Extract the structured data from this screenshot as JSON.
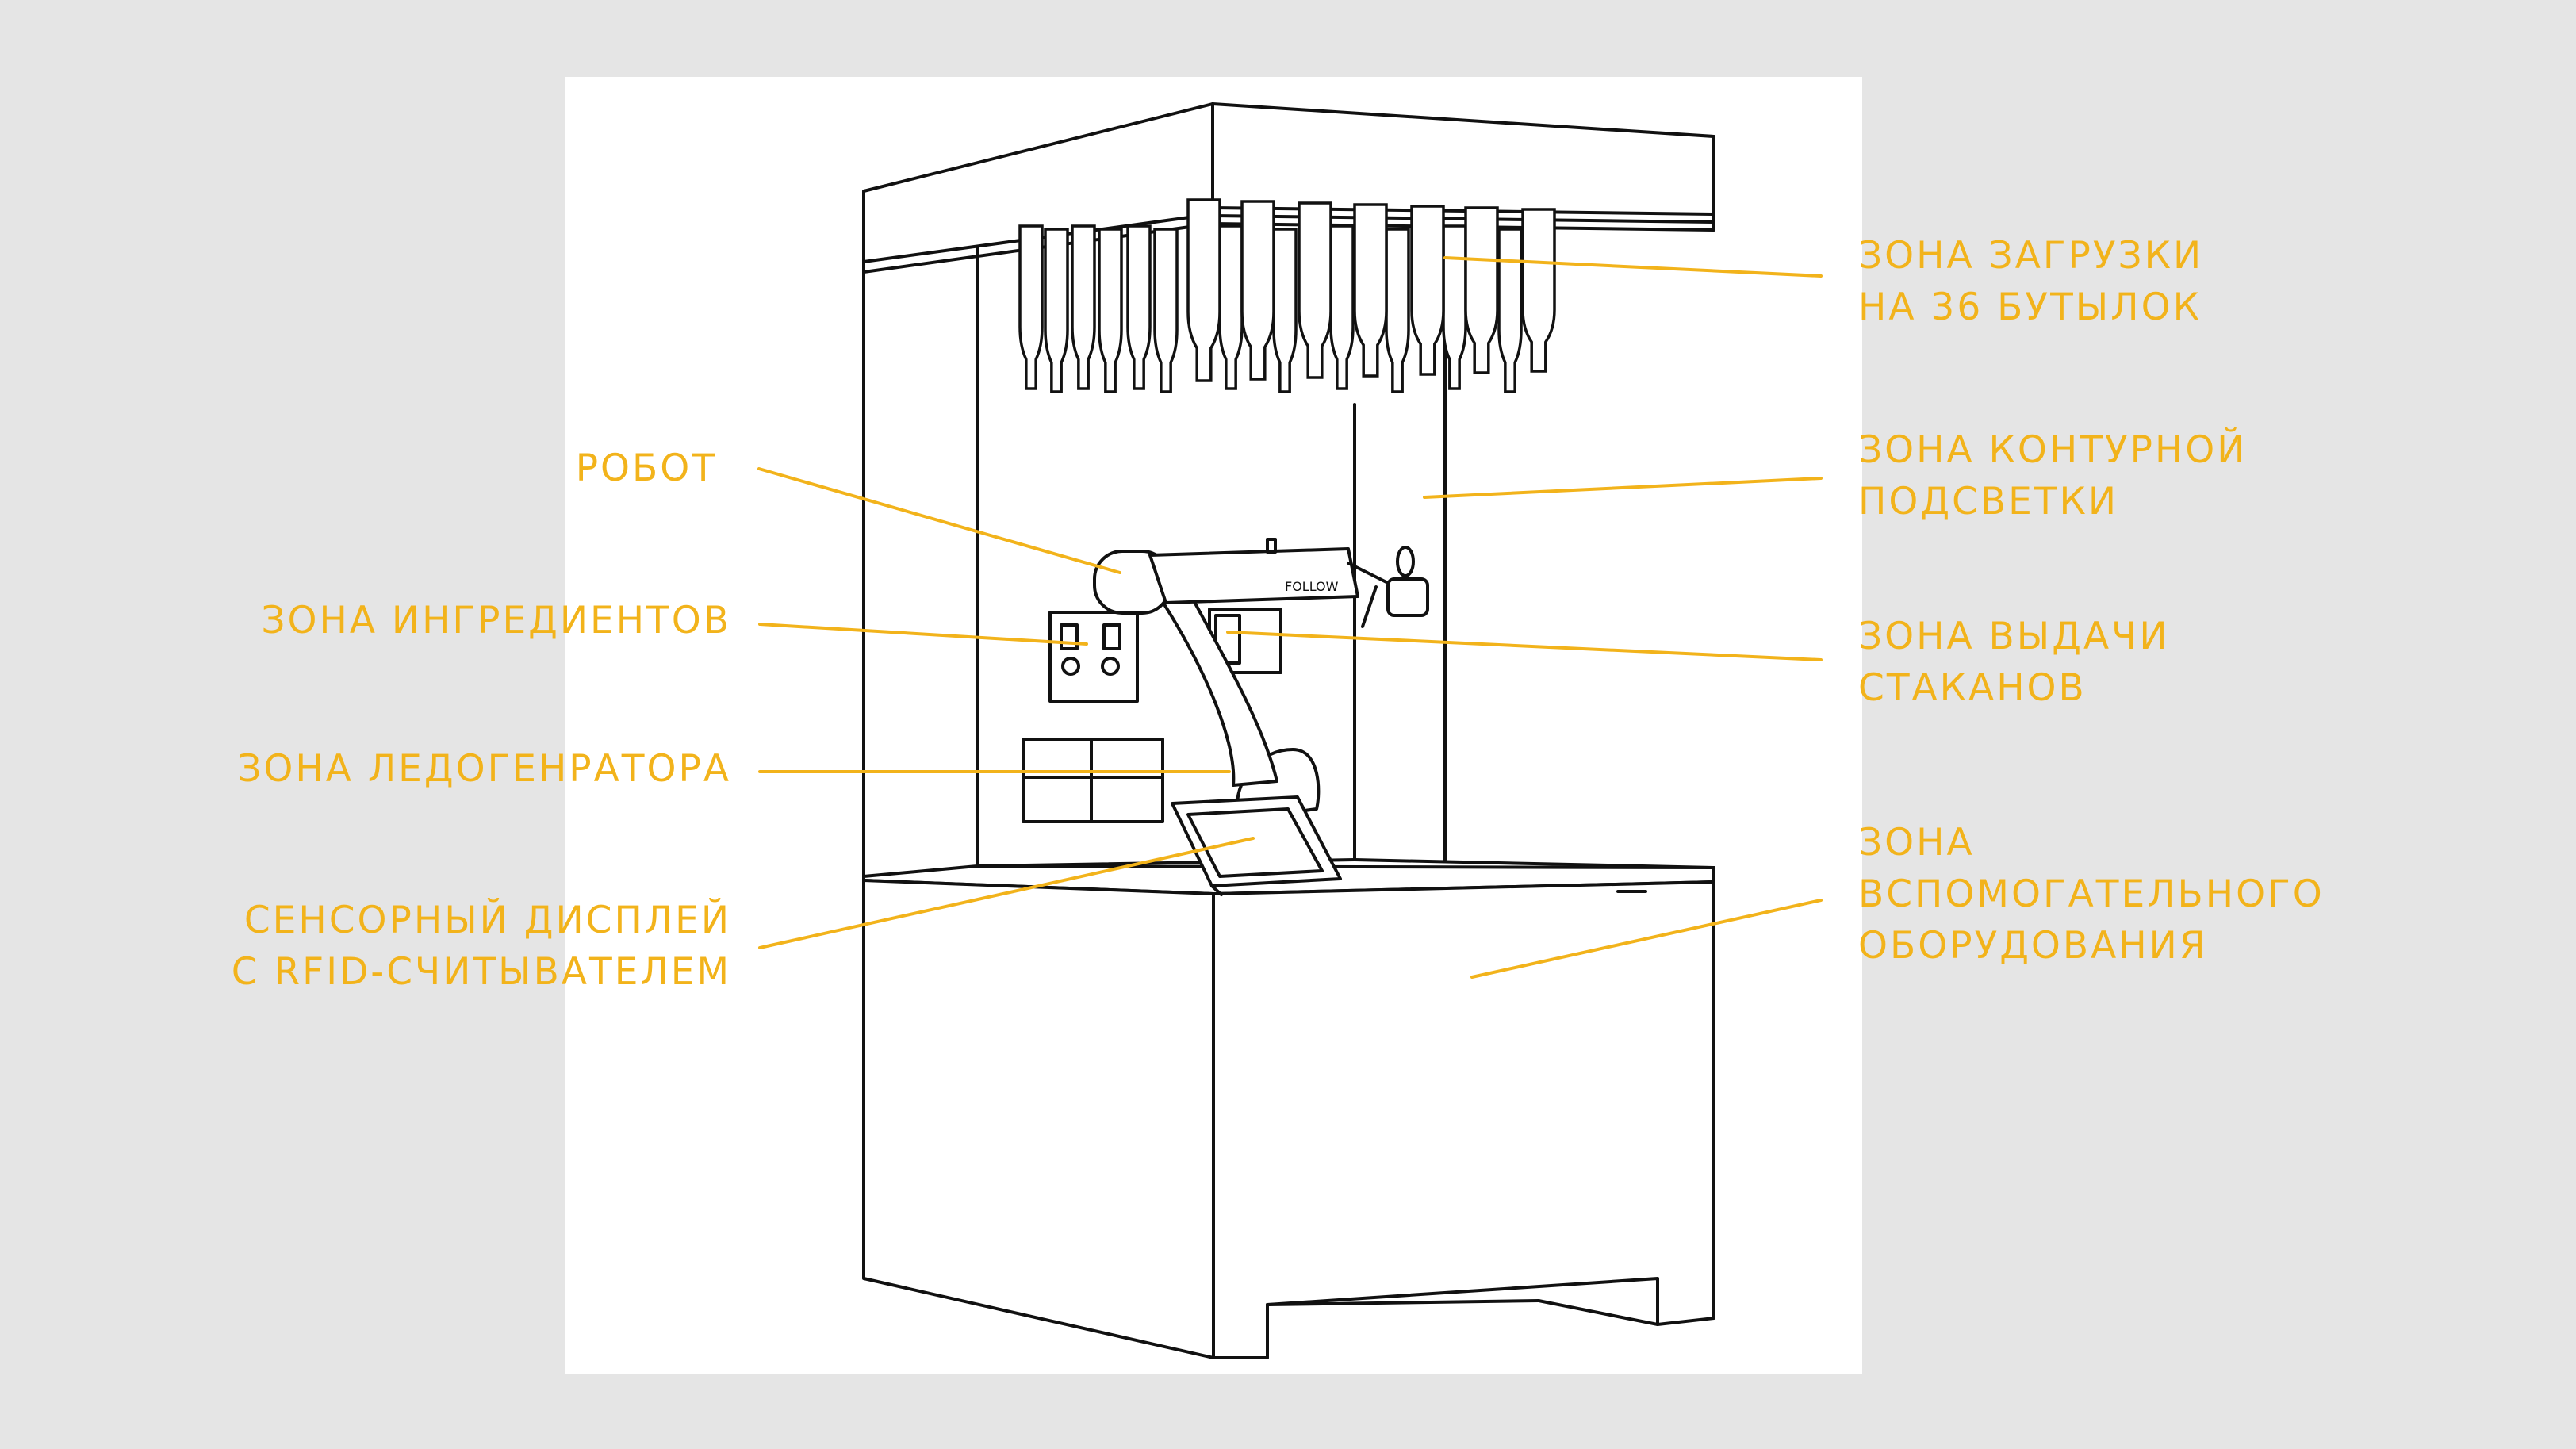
{
  "colors": {
    "background": "#e5e5e5",
    "panel": "#ffffff",
    "accent": "#f2b31b",
    "line": "#111111"
  },
  "brand_on_robot": "FOLLOW",
  "labels": {
    "robot": [
      "РОБОТ"
    ],
    "ingredients": [
      "ЗОНА ИНГРЕДИЕНТОВ"
    ],
    "ice": [
      "ЗОНА ЛЕДОГЕНРАТОРА"
    ],
    "display": [
      "СЕНСОРНЫЙ ДИСПЛЕЙ",
      "С RFID-СЧИТЫВАТЕЛЕМ"
    ],
    "bottles": [
      "ЗОНА ЗАГРУЗКИ",
      "НА 36 БУТЫЛОК"
    ],
    "lighting": [
      "ЗОНА КОНТУРНОЙ",
      "ПОДСВЕТКИ"
    ],
    "cups": [
      "ЗОНА ВЫДАЧИ",
      "СТАКАНОВ"
    ],
    "aux": [
      "ЗОНА",
      "ВСПОМОГАТЕЛЬНОГО",
      "ОБОРУДОВАНИЯ"
    ]
  }
}
